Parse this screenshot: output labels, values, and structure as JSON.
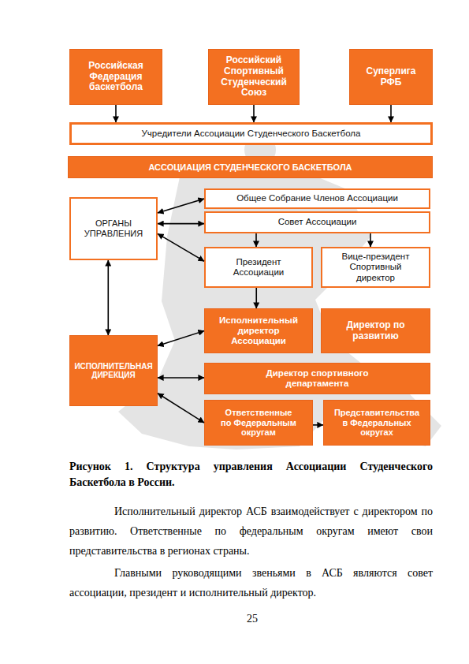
{
  "diagram": {
    "caption": "Рисунок 1. Структура управления Ассоциации Студенческого Баскетбола в России.",
    "nodes": [
      {
        "text": [
          "Российская Федерация баскетбола"
        ]
      },
      {
        "text": [
          "Российский Спортивный Студенческий Союз"
        ]
      },
      {
        "text": [
          "Суперлига РФБ"
        ]
      },
      {
        "text": [
          "Учредители Ассоциации Студенческого Баскетбола"
        ]
      },
      {
        "text": [
          "АССОЦИАЦИЯ СТУДЕНЧЕСКОГО БАСКЕТБОЛА"
        ]
      },
      {
        "text": [
          "Общее Собрание Членов Ассоциации"
        ]
      },
      {
        "text": [
          "ОРГАНЫ УПРАВЛЕНИЯ"
        ]
      },
      {
        "text": [
          "Совет Ассоциации"
        ]
      },
      {
        "text": [
          "Президент Ассоциации"
        ]
      },
      {
        "text": [
          "Вице-президент Спортивный директор"
        ]
      },
      {
        "text": [
          "Исполнительный директор Ассоциации"
        ]
      },
      {
        "text": [
          "Директор по развитию"
        ]
      },
      {
        "text": [
          "ИСПОЛНИТЕЛЬНАЯ ДИРЕКЦИЯ"
        ]
      },
      {
        "text": [
          "Директор спортивного департамента"
        ]
      },
      {
        "text": [
          "Ответственные по Федеральным округам"
        ]
      },
      {
        "text": [
          "Представительства в Федеральных округах"
        ]
      }
    ],
    "edges": [
      {
        "from": 0,
        "to": 3,
        "arrow": "to"
      },
      {
        "from": 1,
        "to": 3,
        "arrow": "to"
      },
      {
        "from": 2,
        "to": 3,
        "arrow": "to"
      },
      {
        "from": 6,
        "to": 5,
        "arrow": "both"
      },
      {
        "from": 6,
        "to": 7,
        "arrow": "both"
      },
      {
        "from": 6,
        "to": 8,
        "arrow": "both"
      },
      {
        "from": 7,
        "to": 8,
        "arrow": "to"
      },
      {
        "from": 7,
        "to": 9,
        "arrow": "to"
      },
      {
        "from": 6,
        "to": 12,
        "arrow": "both"
      },
      {
        "from": 8,
        "to": 10,
        "arrow": "to"
      },
      {
        "from": 12,
        "to": 10,
        "arrow": "both"
      },
      {
        "from": 12,
        "to": 13,
        "arrow": "both"
      },
      {
        "from": 12,
        "to": 14,
        "arrow": "both"
      },
      {
        "from": 14,
        "to": 15,
        "arrow": "to"
      }
    ],
    "labels": [
      "Исполнительный директор АСБ взаимодействует с директором по развитию. Ответственные по федеральным округам имеют свои представительства в регионах страны.",
      "Главными руководящими звеньями в АСБ являются совет ассоциации, президент и исполнительный директор.",
      "25"
    ]
  }
}
